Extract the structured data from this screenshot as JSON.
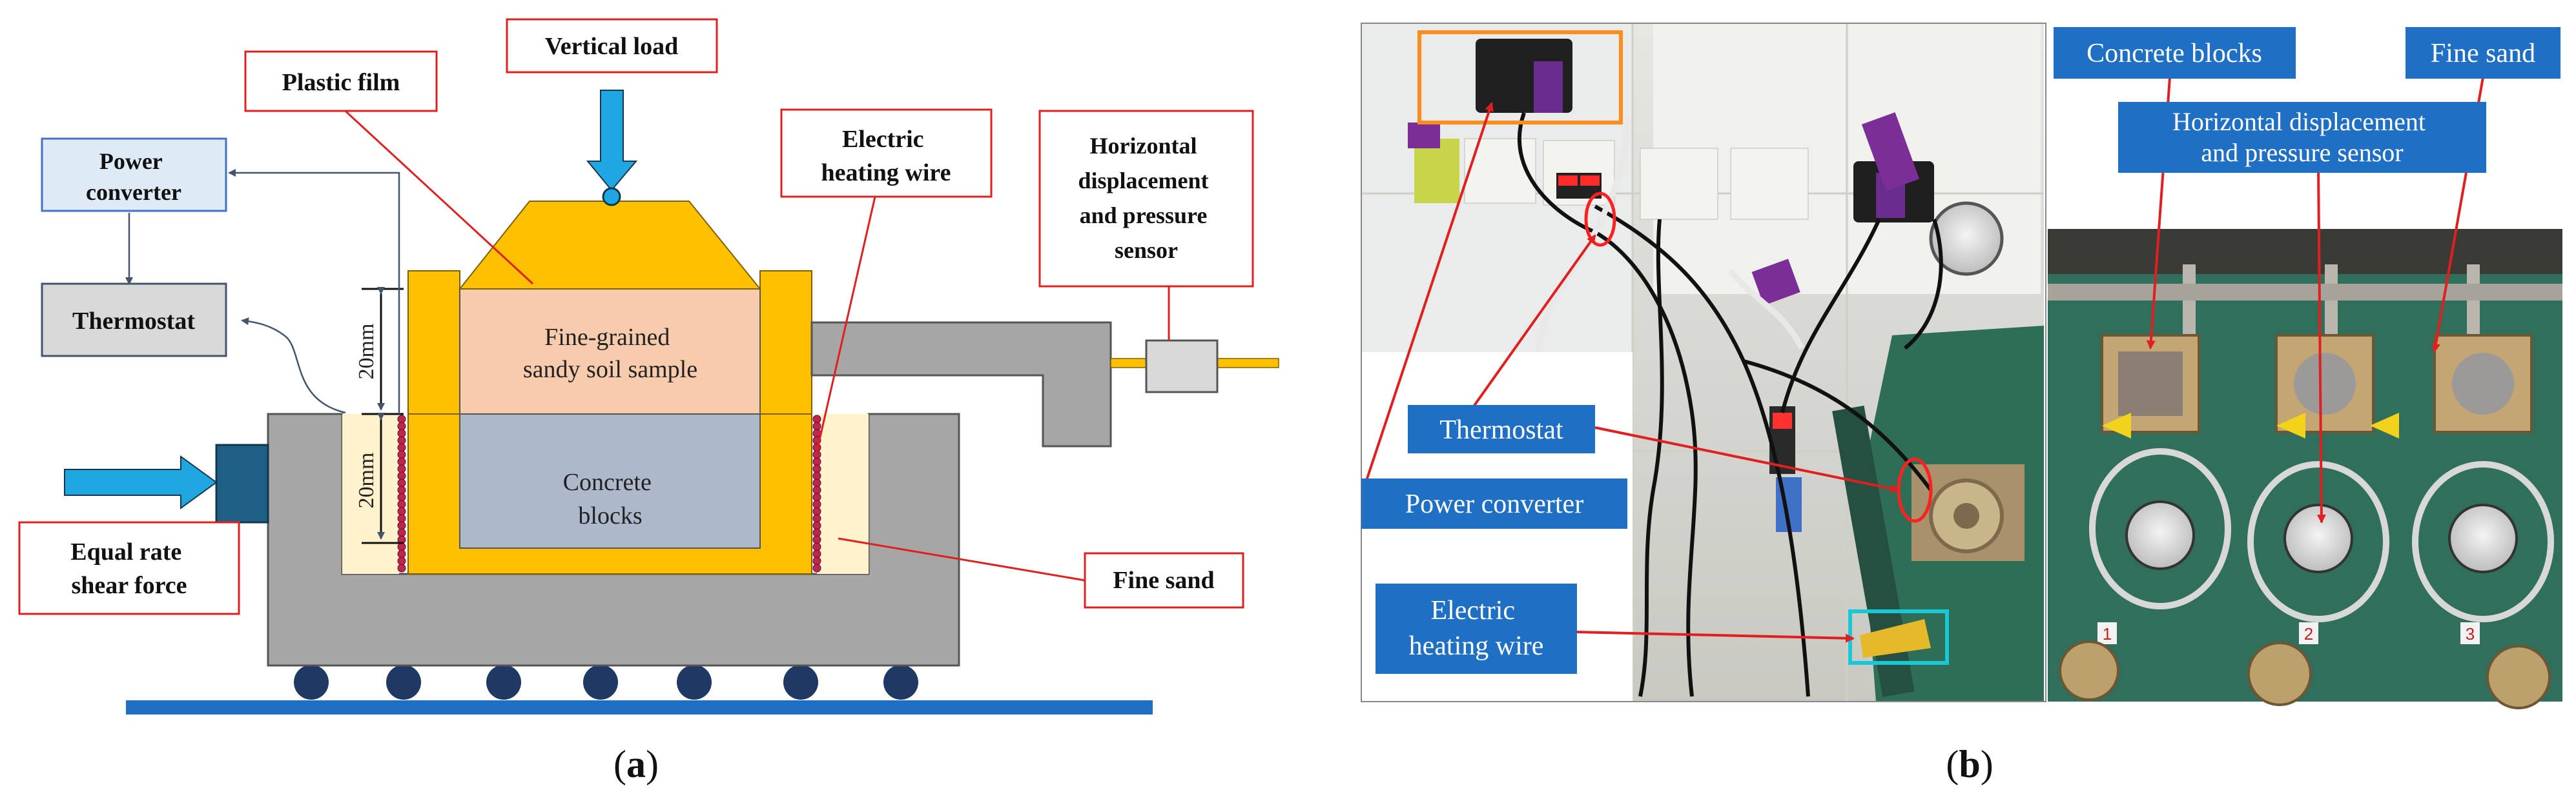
{
  "colors": {
    "yellow": "#FFC000",
    "sample": "#F8CBAD",
    "concrete": "#ADB9CA",
    "frame_gray": "#A6A6A6",
    "sand": "#FFF2CC",
    "blue_arrow": "#1EA7E1",
    "rail_blue": "#1F6FC4",
    "roller_navy": "#1F3864",
    "label_red": "#E02020",
    "label_blue_bg": "#1F6FC4",
    "heater_red": "#C0254E"
  },
  "panel_a": {
    "caption": "a",
    "labels": {
      "vertical_load": "Vertical load",
      "plastic_film": "Plastic film",
      "power_converter": "Power converter",
      "thermostat": "Thermostat",
      "electric_heating_wire": "Electric heating wire",
      "horizontal_sensor": "Horizontal displacement and pressure sensor",
      "equal_rate_shear_force": "Equal rate shear force",
      "fine_sand": "Fine sand",
      "sample": "Fine-grained sandy soil sample",
      "concrete_blocks": "Concrete blocks",
      "dim_top": "20mm",
      "dim_bottom": "20mm"
    },
    "label_lines": {
      "power_converter": [
        "Power",
        "converter"
      ],
      "electric_heating_wire": [
        "Electric",
        "heating wire"
      ],
      "horizontal_sensor": [
        "Horizontal",
        "displacement",
        "and pressure",
        "sensor"
      ],
      "equal_rate_shear_force": [
        "Equal rate",
        "shear force"
      ],
      "sample": [
        "Fine-grained",
        "sandy soil sample"
      ],
      "concrete_blocks": [
        "Concrete",
        "blocks"
      ]
    }
  },
  "panel_b": {
    "caption": "b",
    "labels": {
      "concrete_blocks": "Concrete blocks",
      "fine_sand": "Fine sand",
      "thermostat": "Thermostat",
      "power_converter": "Power converter",
      "electric_heating_wire": "Electric heating wire",
      "horizontal_sensor": "Horizontal displacement and pressure sensor"
    },
    "label_lines": {
      "electric_heating_wire": [
        "Electric",
        "heating wire"
      ],
      "horizontal_sensor": [
        "Horizontal displacement",
        "and pressure sensor"
      ]
    },
    "gauge_numbers": [
      "1",
      "2",
      "3"
    ]
  }
}
